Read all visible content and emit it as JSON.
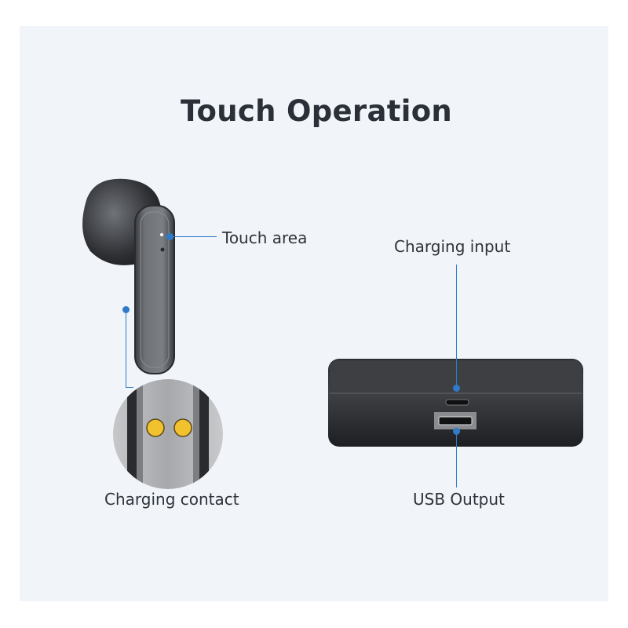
{
  "title": "Touch Operation",
  "labels": {
    "touch_area": "Touch area",
    "charging_contact": "Charging contact",
    "charging_input": "Charging input",
    "usb_output": "USB Output"
  },
  "colors": {
    "accent": "#2f7bc9",
    "background": "#f1f5fa",
    "contact": "#f2c12e"
  }
}
